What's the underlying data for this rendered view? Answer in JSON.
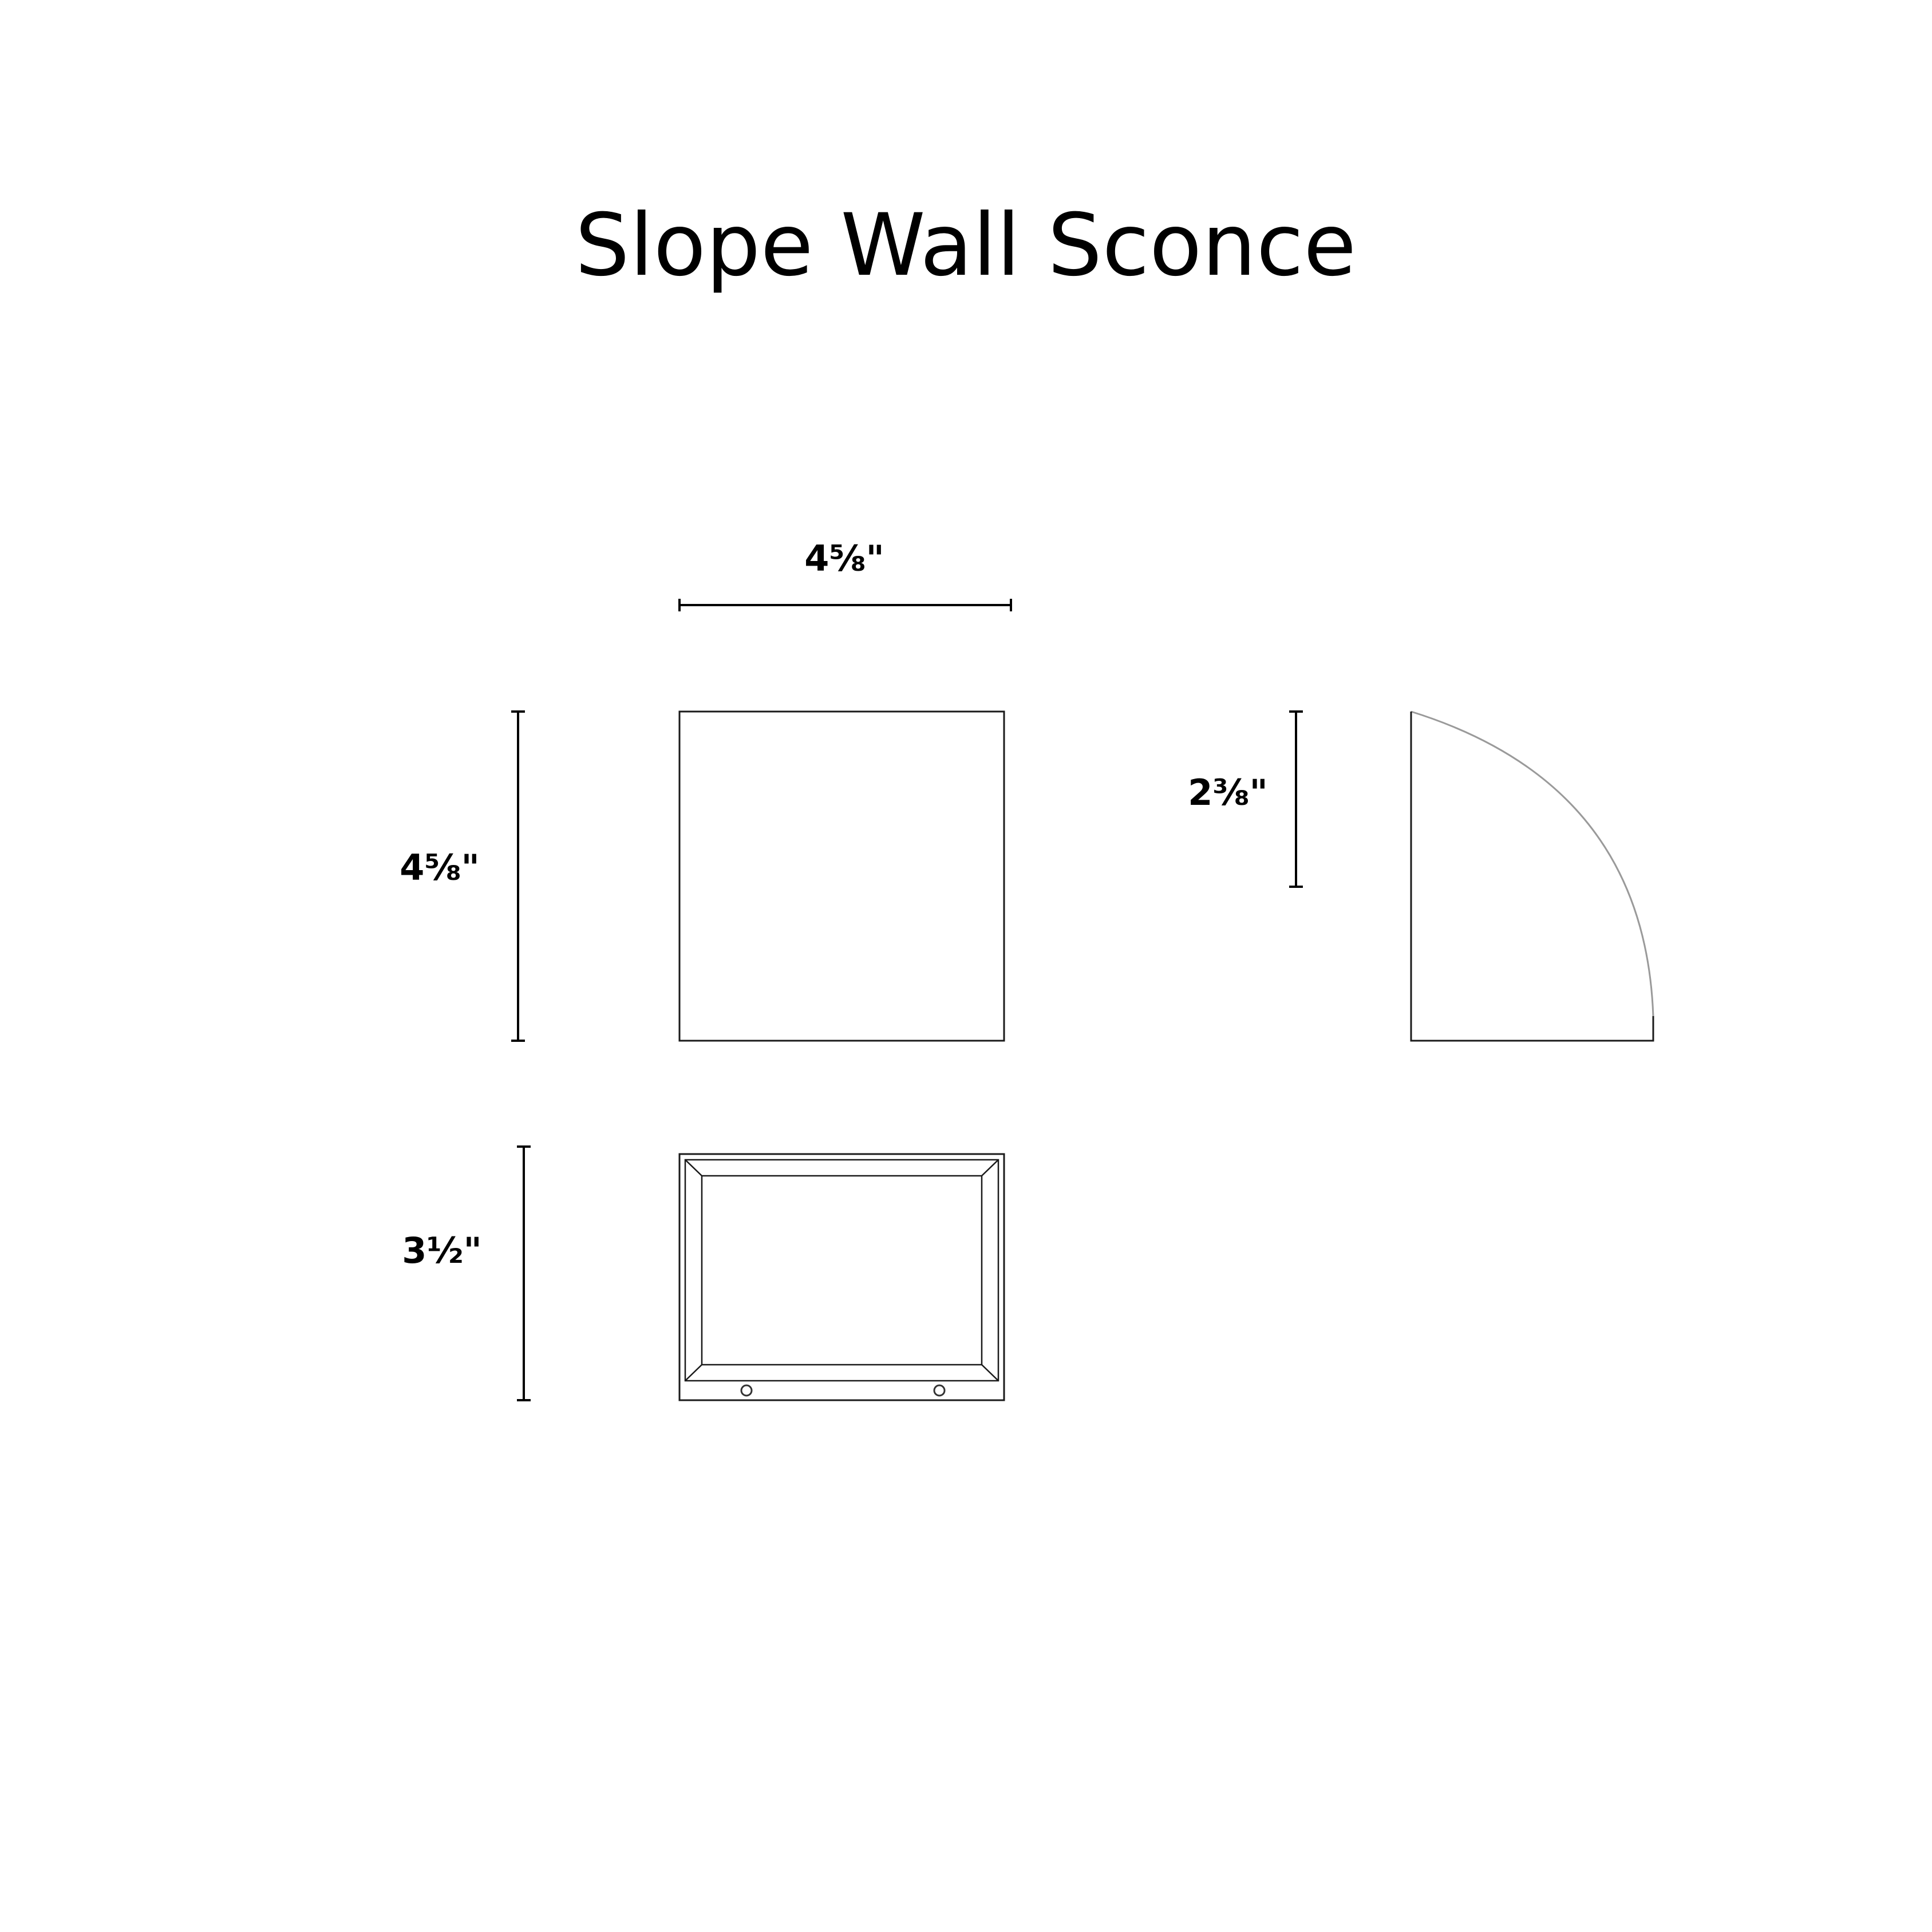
{
  "title": "Slope Wall Sconce",
  "dimensions": {
    "front_width": "4⅝\"",
    "front_height": "4⅝\"",
    "side_height": "2⅜\"",
    "bottom_depth": "3½\""
  }
}
